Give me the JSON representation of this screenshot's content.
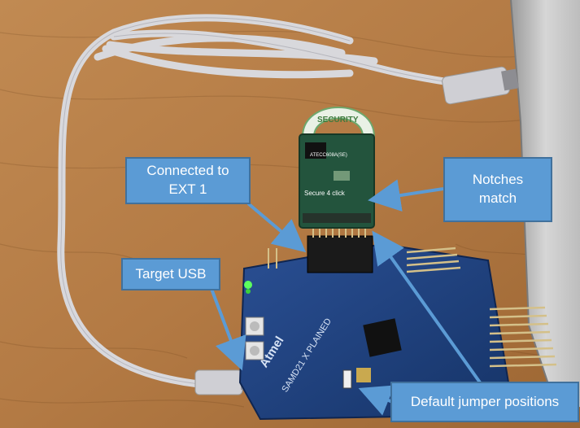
{
  "photo": {
    "board_logo": "Atmel",
    "board_name": "SAMD21 X PLAINED",
    "click_board_name": "Secure 4 click",
    "click_board_header": "SECURITY",
    "chip_label": "ATECC608A(SE)"
  },
  "callouts": {
    "connected": "Connected to\nEXT 1",
    "notches": "Notches\nmatch",
    "target_usb": "Target USB",
    "jumper": "Default jumper positions"
  },
  "colors": {
    "callout_fill": "#5b9bd5",
    "callout_border": "#41719c",
    "wood": "#b07a45",
    "board": "#1f3f7a"
  }
}
